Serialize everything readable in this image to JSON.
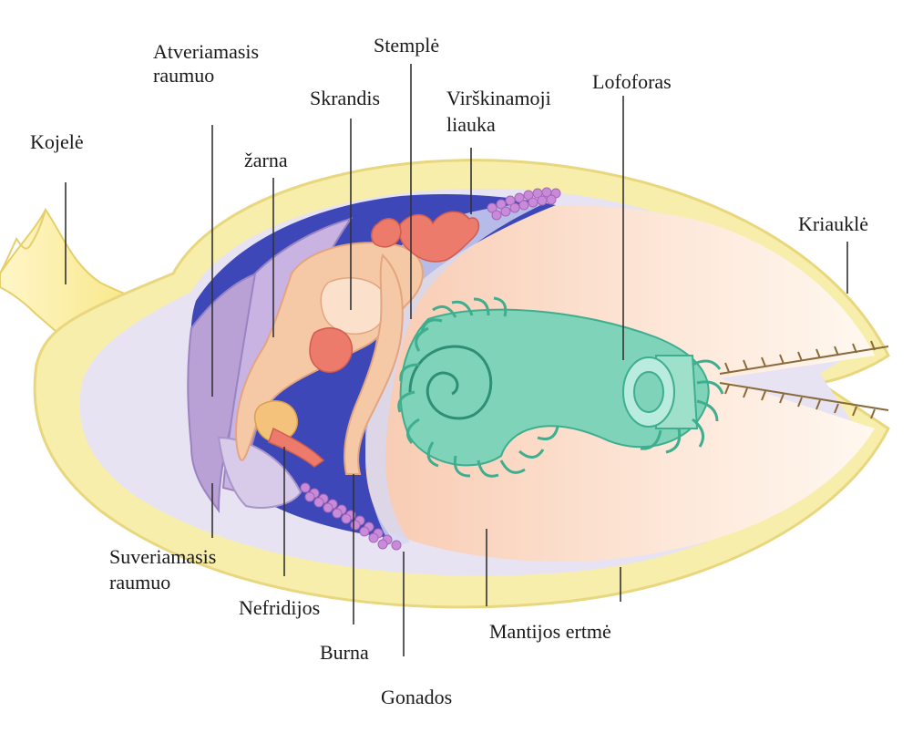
{
  "diagram": {
    "labels": {
      "kojele": "Kojelė",
      "atveriamasis_1": "Atveriamasis",
      "atveriamasis_2": "raumuo",
      "stemple": "Stemplė",
      "skrandis": "Skrandis",
      "virskinamoji_1": "Virškinamoji",
      "virskinamoji_2": "liauka",
      "lofoforas": "Lofoforas",
      "zarna": "žarna",
      "kriaukle": "Kriauklė",
      "suveriamasis_1": "Suveriamasis",
      "suveriamasis_2": "raumuo",
      "nefridijos": "Nefridijos",
      "burna": "Burna",
      "gonados": "Gonados",
      "mantijos_ertme": "Mantijos ertmė"
    },
    "colors": {
      "shell": "#f7eeac",
      "shell_edge": "#e8d77e",
      "mantle_cavity": "#fbe2cf",
      "body_cavity": "#3d47b8",
      "lophophore": "#7fd3b8",
      "stomach": "#f6c9a6",
      "gland": "#ec7b6b",
      "gonads": "#c98bd9",
      "muscle": "#b9a1d6",
      "leader": "#333333"
    }
  }
}
